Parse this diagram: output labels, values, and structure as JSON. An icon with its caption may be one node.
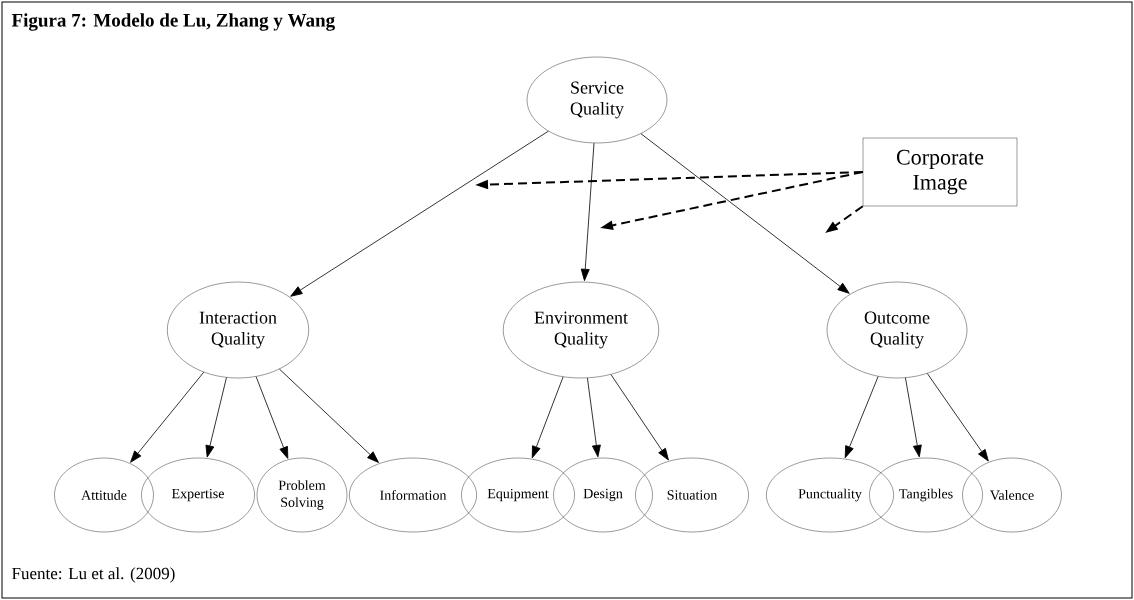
{
  "diagram": {
    "title": "Figura 7: Modelo de Lu, Zhang y Wang",
    "caption": "Fuente: Lu et al. (2009)",
    "nodes": [
      {
        "text": [
          "Service Quality"
        ]
      },
      {
        "text": [
          "Corporate Image"
        ]
      },
      {
        "text": [
          "Interaction Quality"
        ]
      },
      {
        "text": [
          "Environment Quality"
        ]
      },
      {
        "text": [
          "Outcome Quality"
        ]
      },
      {
        "text": [
          "Attitude"
        ]
      },
      {
        "text": [
          "Expertise"
        ]
      },
      {
        "text": [
          "Problem Solving"
        ]
      },
      {
        "text": [
          "Information"
        ]
      },
      {
        "text": [
          "Equipment"
        ]
      },
      {
        "text": [
          "Design"
        ]
      },
      {
        "text": [
          "Situation"
        ]
      },
      {
        "text": [
          "Punctuality"
        ]
      },
      {
        "text": [
          "Tangibles"
        ]
      },
      {
        "text": [
          "Valence"
        ]
      }
    ],
    "edges": [
      {
        "from": 0,
        "to": 2,
        "arrow": "to"
      },
      {
        "from": 0,
        "to": 3,
        "arrow": "to"
      },
      {
        "from": 0,
        "to": 4,
        "arrow": "to"
      },
      {
        "from": 2,
        "to": 5,
        "arrow": "to"
      },
      {
        "from": 2,
        "to": 6,
        "arrow": "to"
      },
      {
        "from": 2,
        "to": 7,
        "arrow": "to"
      },
      {
        "from": 2,
        "to": 8,
        "arrow": "to"
      },
      {
        "from": 3,
        "to": 9,
        "arrow": "to"
      },
      {
        "from": 3,
        "to": 10,
        "arrow": "to"
      },
      {
        "from": 3,
        "to": 11,
        "arrow": "to"
      },
      {
        "from": 4,
        "to": 12,
        "arrow": "to"
      },
      {
        "from": 4,
        "to": 13,
        "arrow": "to"
      },
      {
        "from": 4,
        "to": 14,
        "arrow": "to"
      },
      {
        "from": 1,
        "to": null,
        "arrow": "to",
        "style": "dashed"
      },
      {
        "from": 1,
        "to": null,
        "arrow": "to",
        "style": "dashed"
      },
      {
        "from": 1,
        "to": null,
        "arrow": "to",
        "style": "dashed"
      }
    ]
  }
}
